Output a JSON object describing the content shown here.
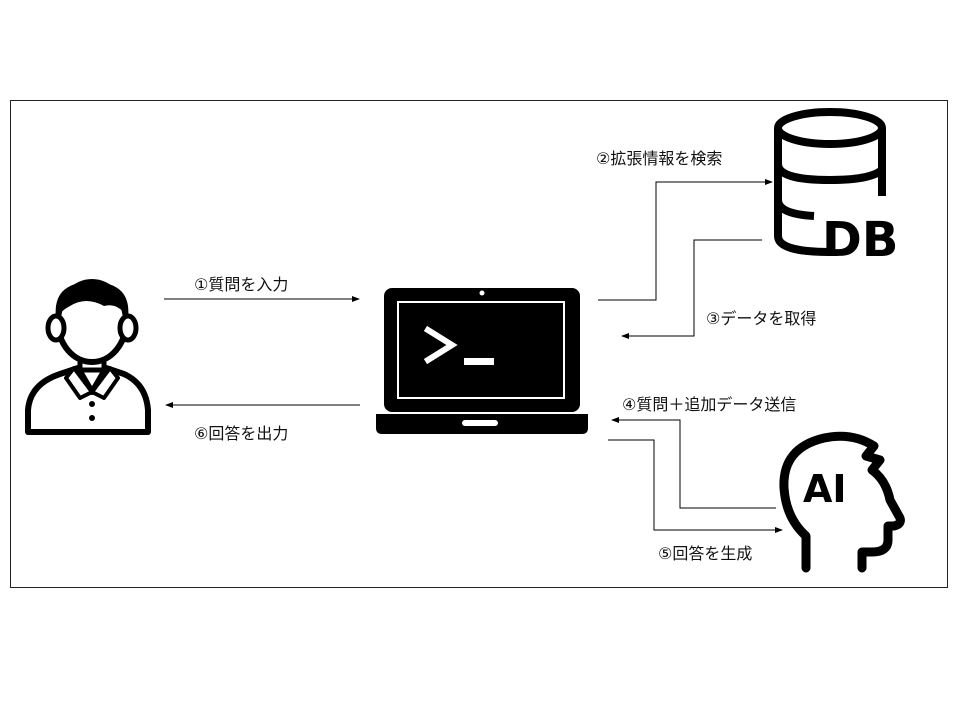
{
  "steps": {
    "s1": "①質問を入力",
    "s2": "②拡張情報を検索",
    "s3": "③データを取得",
    "s4": "④質問＋追加データ送信",
    "s5": "⑤回答を生成",
    "s6": "⑥回答を出力"
  },
  "nodes": {
    "database_label": "DB",
    "ai_label": "AI",
    "terminal_prompt": ">_"
  },
  "colors": {
    "ink": "#000000",
    "screen": "#111111",
    "background": "#ffffff"
  }
}
